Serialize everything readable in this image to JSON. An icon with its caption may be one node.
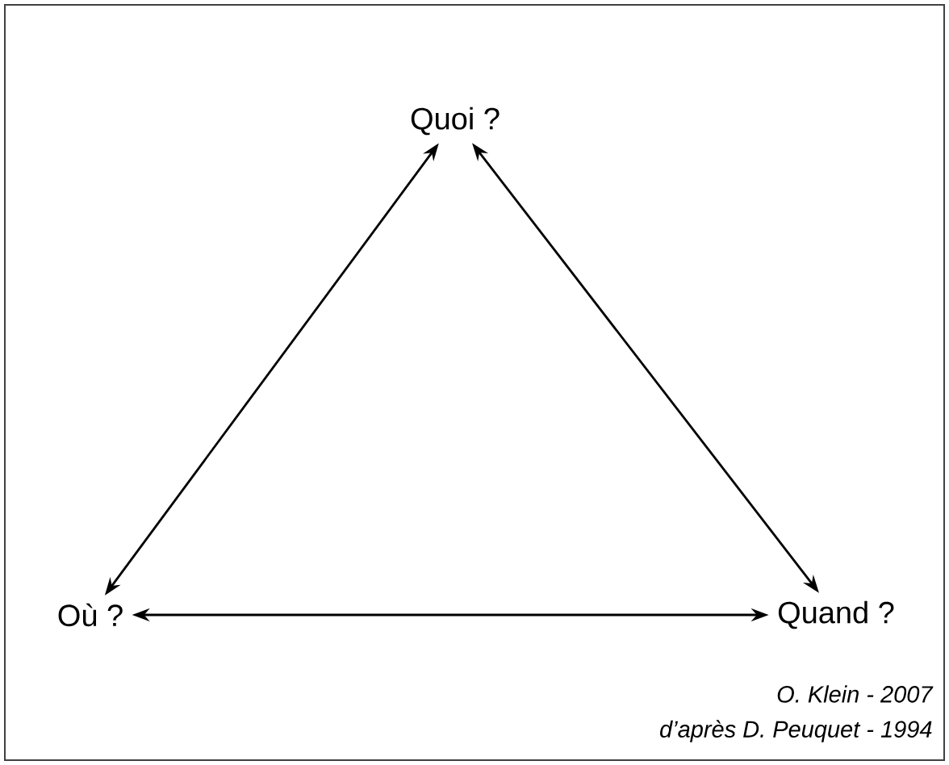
{
  "diagram": {
    "nodes": [
      {
        "text": [
          "Quoi ?"
        ]
      },
      {
        "text": [
          "Où ?"
        ]
      },
      {
        "text": [
          "Quand ?"
        ]
      }
    ],
    "edges": [
      {
        "from": 0,
        "to": 1,
        "arrow": "both"
      },
      {
        "from": 0,
        "to": 2,
        "arrow": "both"
      },
      {
        "from": 1,
        "to": 2,
        "arrow": "both"
      }
    ],
    "labels": [
      "O. Klein - 2007",
      "d’après D. Peuquet - 1994"
    ]
  }
}
